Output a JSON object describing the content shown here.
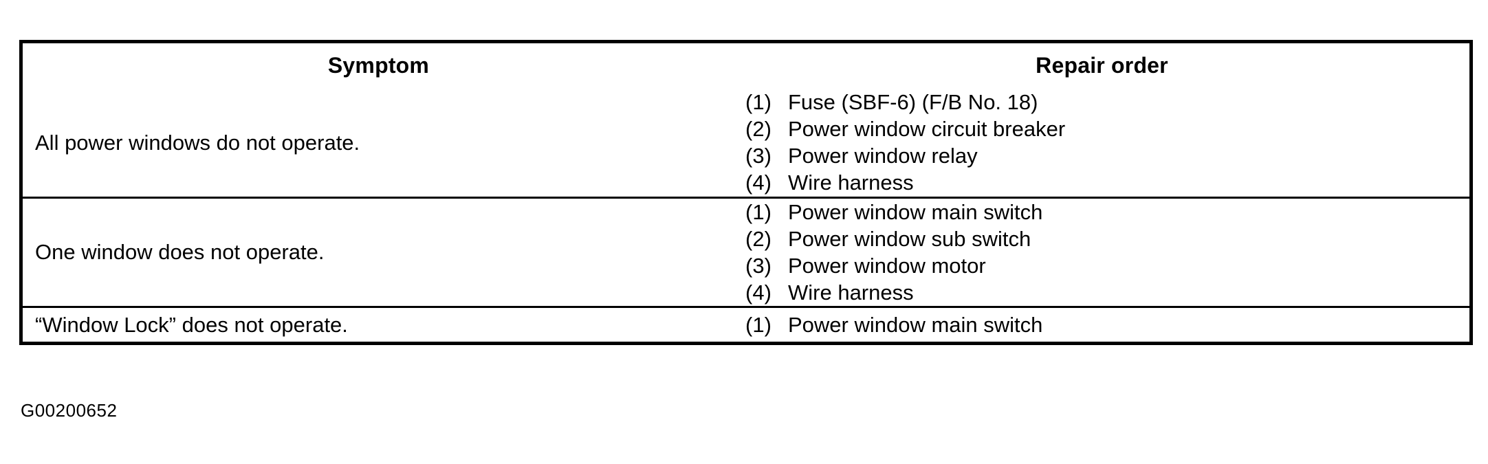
{
  "table": {
    "headers": {
      "symptom": "Symptom",
      "repair_order": "Repair order"
    },
    "rows": [
      {
        "symptom": "All power windows do not operate.",
        "repair_order": [
          {
            "num": "(1)",
            "text": "Fuse (SBF-6) (F/B No. 18)"
          },
          {
            "num": "(2)",
            "text": "Power window circuit breaker"
          },
          {
            "num": "(3)",
            "text": "Power window relay"
          },
          {
            "num": "(4)",
            "text": "Wire harness"
          }
        ]
      },
      {
        "symptom": "One window does not operate.",
        "repair_order": [
          {
            "num": "(1)",
            "text": "Power window main switch"
          },
          {
            "num": "(2)",
            "text": "Power window sub switch"
          },
          {
            "num": "(3)",
            "text": "Power window motor"
          },
          {
            "num": "(4)",
            "text": "Wire harness"
          }
        ]
      },
      {
        "symptom": "“Window Lock” does not operate.",
        "repair_order": [
          {
            "num": "(1)",
            "text": "Power window main switch"
          }
        ]
      }
    ]
  },
  "figure_id": "G00200652",
  "colors": {
    "ink": "#000000",
    "paper": "#ffffff"
  }
}
